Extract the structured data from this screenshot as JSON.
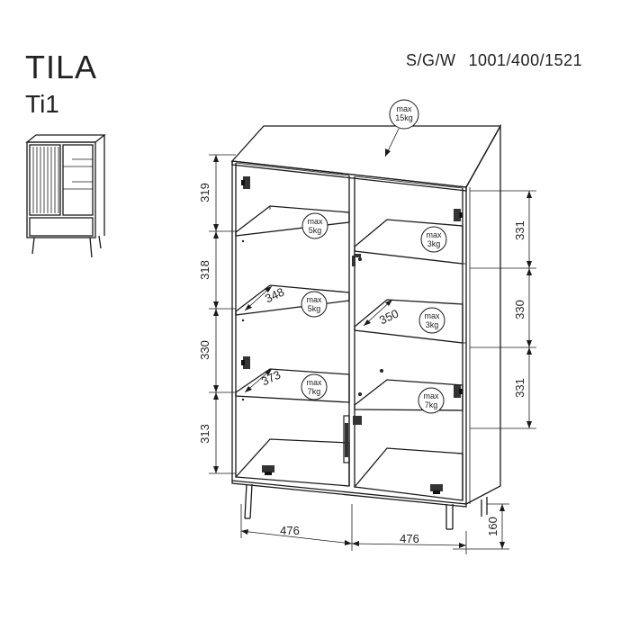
{
  "header": {
    "title": "TILA",
    "subtitle": "Ti1",
    "variant_code": "S/G/W",
    "dimensions_code": "1001/400/1521"
  },
  "load_badges": {
    "top": {
      "line1": "max",
      "line2": "15kg"
    },
    "left_shelf_1": {
      "line1": "max",
      "line2": "5kg"
    },
    "left_shelf_2": {
      "line1": "max",
      "line2": "5kg"
    },
    "left_shelf_3": {
      "line1": "max",
      "line2": "7kg"
    },
    "right_shelf_1": {
      "line1": "max",
      "line2": "3kg"
    },
    "right_shelf_2": {
      "line1": "max",
      "line2": "3kg"
    },
    "right_shelf_3": {
      "line1": "max",
      "line2": "7kg"
    }
  },
  "dimensions": {
    "left_heights": [
      "319",
      "318",
      "330",
      "313"
    ],
    "right_heights": [
      "331",
      "330",
      "331"
    ],
    "shelf_depths": {
      "left_upper": "348",
      "left_lower": "373",
      "right": "350"
    },
    "widths": {
      "left": "476",
      "right": "476"
    },
    "leg_height": "160"
  },
  "colors": {
    "line": "#1a1a1a",
    "background": "#ffffff"
  }
}
